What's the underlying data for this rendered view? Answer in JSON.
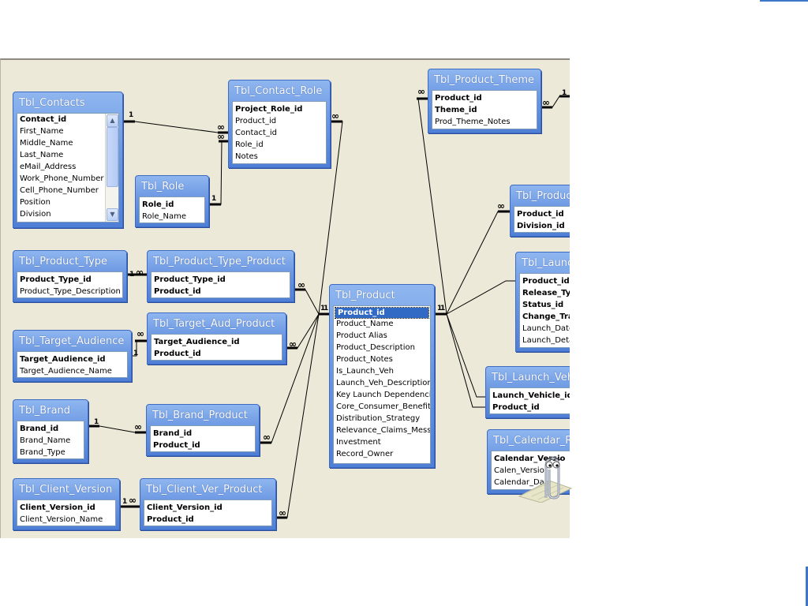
{
  "tables": {
    "contacts": {
      "title": "Tbl_Contacts",
      "fields": [
        "Contact_id",
        "First_Name",
        "Middle_Name",
        "Last_Name",
        "eMail_Address",
        "Work_Phone_Number",
        "Cell_Phone_Number",
        "Position",
        "Division"
      ]
    },
    "contact_role": {
      "title": "Tbl_Contact_Role",
      "fields": [
        "Project_Role_id",
        "Product_id",
        "Contact_id",
        "Role_id",
        "Notes"
      ]
    },
    "role": {
      "title": "Tbl_Role",
      "fields": [
        "Role_id",
        "Role_Name"
      ]
    },
    "product_theme": {
      "title": "Tbl_Product_Theme",
      "fields": [
        "Product_id",
        "Theme_id",
        "Prod_Theme_Notes"
      ]
    },
    "product_division": {
      "title": "Tbl_Produc",
      "fields": [
        "Product_id",
        "Division_id"
      ]
    },
    "product_type": {
      "title": "Tbl_Product_Type",
      "fields": [
        "Product_Type_id",
        "Product_Type_Description"
      ]
    },
    "product_type_product": {
      "title": "Tbl_Product_Type_Product",
      "fields": [
        "Product_Type_id",
        "Product_id"
      ]
    },
    "launch": {
      "title": "Tbl_Launc",
      "fields": [
        "Product_id",
        "Release_Typ",
        "Status_id",
        "Change_Trac",
        "Launch_Date",
        "Launch_Deta"
      ]
    },
    "product": {
      "title": "Tbl_Product",
      "fields": [
        "Product_id",
        "Product_Name",
        "Product Alias",
        "Product_Description",
        "Product_Notes",
        "Is_Launch_Veh",
        "Launch_Veh_Description",
        "Key Launch Dependencie",
        "Core_Consumer_Benefit",
        "Distribution_Strategy",
        "Relevance_Claims_Messa",
        "Investment",
        "Record_Owner"
      ]
    },
    "target_audience": {
      "title": "Tbl_Target_Audience",
      "fields": [
        "Target_Audience_id",
        "Target_Audience_Name"
      ]
    },
    "target_aud_product": {
      "title": "Tbl_Target_Aud_Product",
      "fields": [
        "Target_Audience_id",
        "Product_id"
      ]
    },
    "launch_vehicle": {
      "title": "Tbl_Launch_Veh",
      "fields": [
        "Launch_Vehicle_id",
        "Product_id"
      ]
    },
    "brand": {
      "title": "Tbl_Brand",
      "fields": [
        "Brand_id",
        "Brand_Name",
        "Brand_Type"
      ]
    },
    "brand_product": {
      "title": "Tbl_Brand_Product",
      "fields": [
        "Brand_id",
        "Product_id"
      ]
    },
    "calendar": {
      "title": "Tbl_Calendar_R",
      "fields": [
        "Calendar_Versio",
        "Calen_Versio",
        "Calendar_Da"
      ]
    },
    "client_version": {
      "title": "Tbl_Client_Version",
      "fields": [
        "Client_Version_id",
        "Client_Version_Name"
      ]
    },
    "client_ver_product": {
      "title": "Tbl_Client_Ver_Product",
      "fields": [
        "Client_Version_id",
        "Product_id"
      ]
    }
  },
  "relationship_labels": {
    "one": "1",
    "many": "∞"
  },
  "icons": {
    "scroll_up": "▲",
    "scroll_down": "▼",
    "assistant": "paperclip-assistant-icon"
  },
  "colors": {
    "title_bar": "#6b97e3",
    "canvas": "#ece9d8",
    "selection": "#316ac5"
  }
}
